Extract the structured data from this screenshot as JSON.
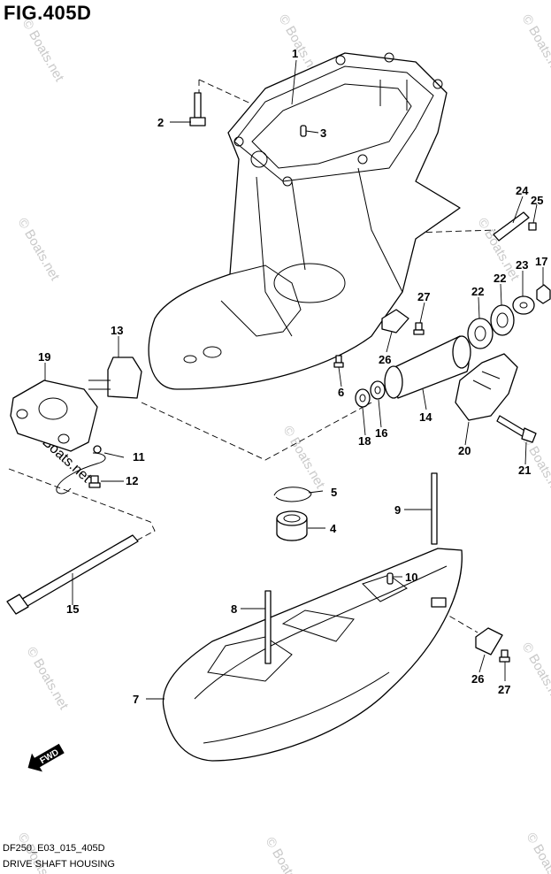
{
  "figure": {
    "title": "FIG.405D",
    "code": "DF250_E03_015_405D",
    "caption": "DRIVE SHAFT HOUSING"
  },
  "callouts": {
    "c1": "1",
    "c2": "2",
    "c3": "3",
    "c4": "4",
    "c5": "5",
    "c6": "6",
    "c7": "7",
    "c8": "8",
    "c9": "9",
    "c10": "10",
    "c11": "11",
    "c12": "12",
    "c13": "13",
    "c14": "14",
    "c15": "15",
    "c16": "16",
    "c17": "17",
    "c18": "18",
    "c19": "19",
    "c20": "20",
    "c21": "21",
    "c22a": "22",
    "c22b": "22",
    "c23": "23",
    "c24": "24",
    "c25": "25",
    "c26a": "26",
    "c26b": "26",
    "c27a": "27",
    "c27b": "27"
  },
  "direction_badge": "FWD",
  "watermark": "© Boats.net"
}
